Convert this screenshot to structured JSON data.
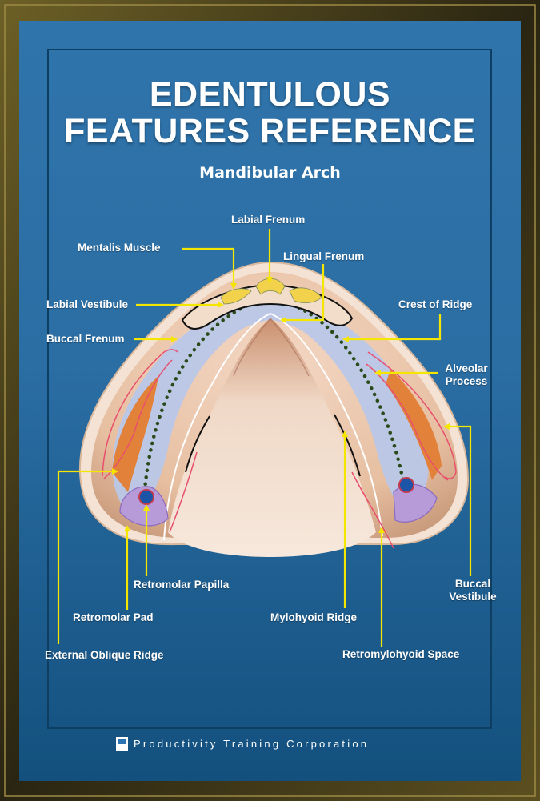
{
  "title": {
    "line1": "EDENTULOUS",
    "line2": "FEATURES REFERENCE"
  },
  "subtitle": "Mandibular Arch",
  "labels": {
    "labial_frenum": "Labial Frenum",
    "mentalis_muscle": "Mentalis Muscle",
    "lingual_frenum": "Lingual Frenum",
    "labial_vestibule": "Labial Vestibule",
    "crest_of_ridge": "Crest of Ridge",
    "buccal_frenum": "Buccal Frenum",
    "alveolar_process_1": "Alveolar",
    "alveolar_process_2": "Process",
    "retromolar_papilla": "Retromolar Papilla",
    "buccal_vestibule_1": "Buccal",
    "buccal_vestibule_2": "Vestibule",
    "retromolar_pad": "Retromolar Pad",
    "mylohyoid_ridge": "Mylohyoid Ridge",
    "external_oblique_ridge": "External Oblique Ridge",
    "retromylohyoid_space": "Retromylohyoid Space"
  },
  "footer": {
    "publisher": "Productivity Training Corporation"
  },
  "colors": {
    "frame": "#2b2614",
    "frame_highlight": "#8a7a3a",
    "background_top": "#2d6fa6",
    "background_bottom": "#15507d",
    "callout_arrow": "#f5e600",
    "ridge_dots": "#2a4a1a",
    "retromolar_papilla": "#1c55a8",
    "retromolar_pad": "#b79bd8",
    "buccal_shelf": "#e2813a",
    "alveolar_process": "#b8c6e6",
    "tissue": "#e9c3a6"
  },
  "icons": {
    "footer_logo": "ptc-logo-icon"
  }
}
